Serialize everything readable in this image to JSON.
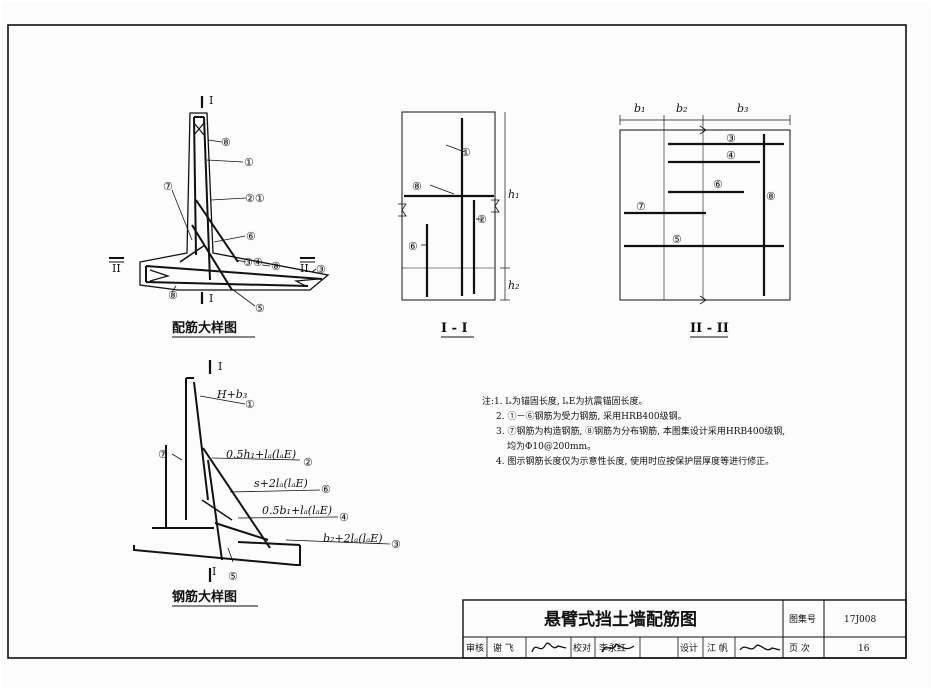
{
  "detail_label": "配筋大样图",
  "rebar_label": "钢筋大样图",
  "section_1": "I - I",
  "section_2": "II - II",
  "cut_1": "I",
  "cut_2": "II",
  "dims": {
    "b1": "b₁",
    "b2": "b₂",
    "b3": "b₃",
    "h1": "h₁",
    "h2": "h₂"
  },
  "bars": {
    "b1": "①",
    "b2": "②",
    "b3": "③",
    "b4": "④",
    "b5": "⑤",
    "b6": "⑥",
    "b7": "⑦",
    "b8": "⑧",
    "b21": "②①",
    "b34": "③④"
  },
  "rebar_formulas": {
    "f1": "H+b₃",
    "f2": "0.5h₁+lₐ(lₐE)",
    "f6": "s+2lₐ(lₐE)",
    "f4": "0.5b₁+lₐ(lₐE)",
    "f3": "b₂+2lₐ(lₐE)"
  },
  "notes": [
    "注:1. lₐ为锚固长度, lₐE为抗震锚固长度。",
    "2. ①－⑥钢筋为受力钢筋, 采用HRB400级钢。",
    "3. ⑦钢筋为构造钢筋, ⑧钢筋为分布钢筋, 本图集设计采用HRB400级钢,",
    "均为Φ10@200mm。",
    "4. 图示钢筋长度仅为示意性长度, 使用时应按保护层厚度等进行修正。"
  ],
  "title_block": {
    "title": "悬臂式挡土墙配筋图",
    "atlas_label": "图集号",
    "atlas_no": "17J008",
    "review": "审核",
    "reviewer": "谢 飞",
    "check": "校对",
    "checker": "李永红",
    "design": "设计",
    "designer": "江 帆",
    "page_label": "页 次",
    "page_no": "16"
  }
}
